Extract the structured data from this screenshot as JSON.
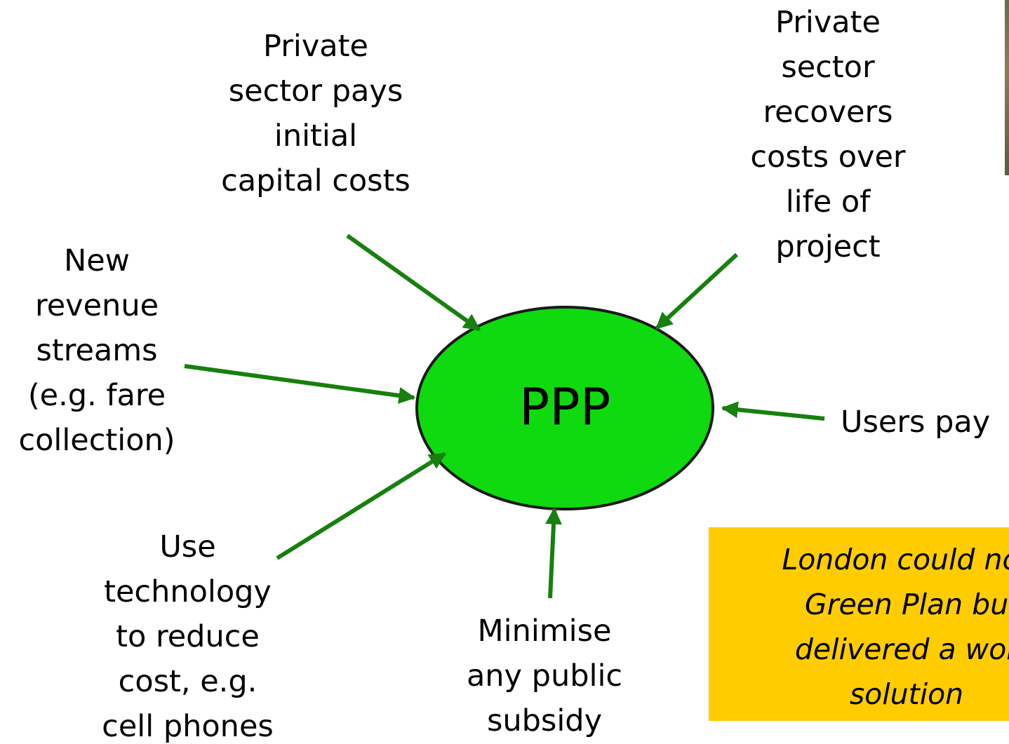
{
  "hub": {
    "label": "PPP",
    "fill": "#0fd90f",
    "stroke": "#1a1a1a"
  },
  "arrow_color": "#17800f",
  "nodes": {
    "private_pays": "Private\nsector pays\ninitial\ncapital costs",
    "private_recovers": "Private\nsector\nrecovers\ncosts over\nlife of\nproject",
    "new_revenue": "New\nrevenue\nstreams\n(e.g. fare\ncollection)",
    "users_pay": "Users pay",
    "use_technology": "Use\ntechnology\nto reduce\ncost, e.g.\ncell phones",
    "minimise_subsidy": "Minimise\nany public\nsubsidy"
  },
  "quote": {
    "text": "London could not\nGreen Plan bu\ndelivered a wor\nsolution",
    "background": "#ffcc00"
  }
}
